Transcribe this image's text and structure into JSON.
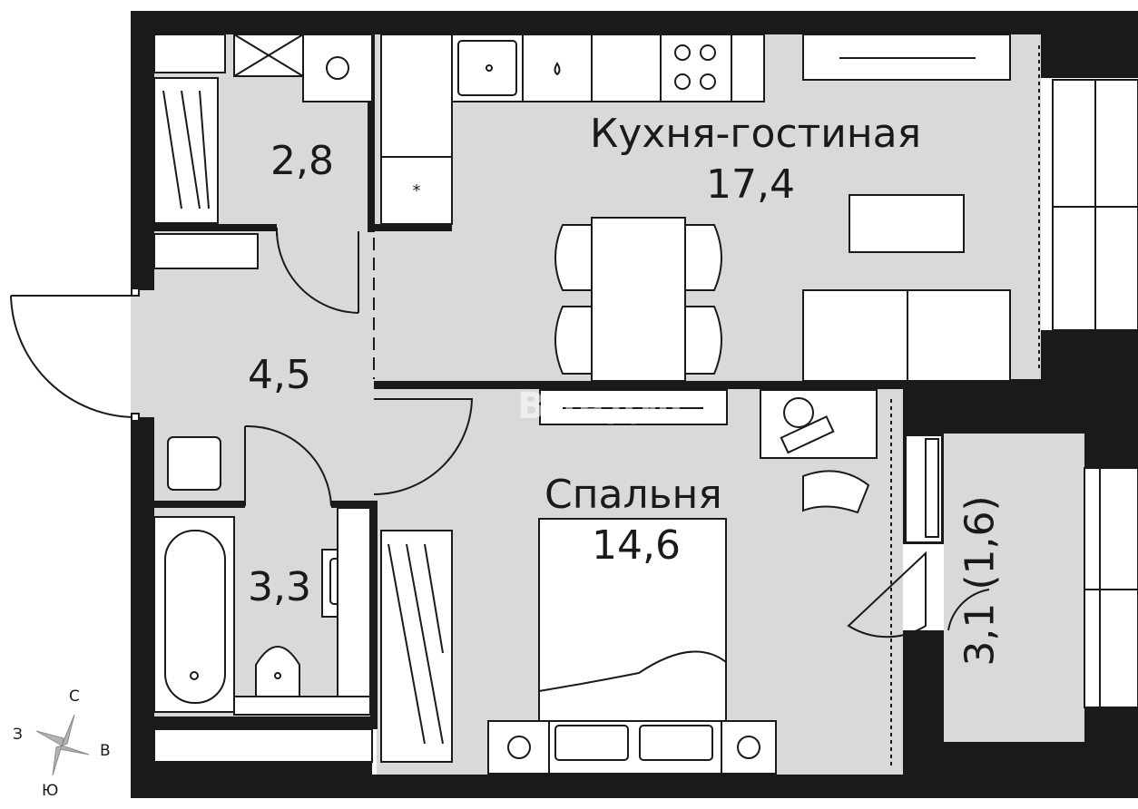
{
  "rooms": {
    "kitchen_living": {
      "name": "Кухня-гостиная",
      "area": "17,4"
    },
    "storage": {
      "area": "2,8"
    },
    "hallway": {
      "area": "4,5"
    },
    "bathroom": {
      "area": "3,3"
    },
    "bedroom": {
      "name": "Спальня",
      "area": "14,6"
    },
    "loggia": {
      "area": "3,1 (1,6)"
    }
  },
  "compass": {
    "north": "С",
    "west": "З",
    "east": "В",
    "south": "Ю"
  },
  "watermark": "ВЛАДИС",
  "colors": {
    "wall": "#1a1a1a",
    "floor": "#d9d9d9",
    "furniture": "#ffffff",
    "line": "#1a1a1a"
  }
}
